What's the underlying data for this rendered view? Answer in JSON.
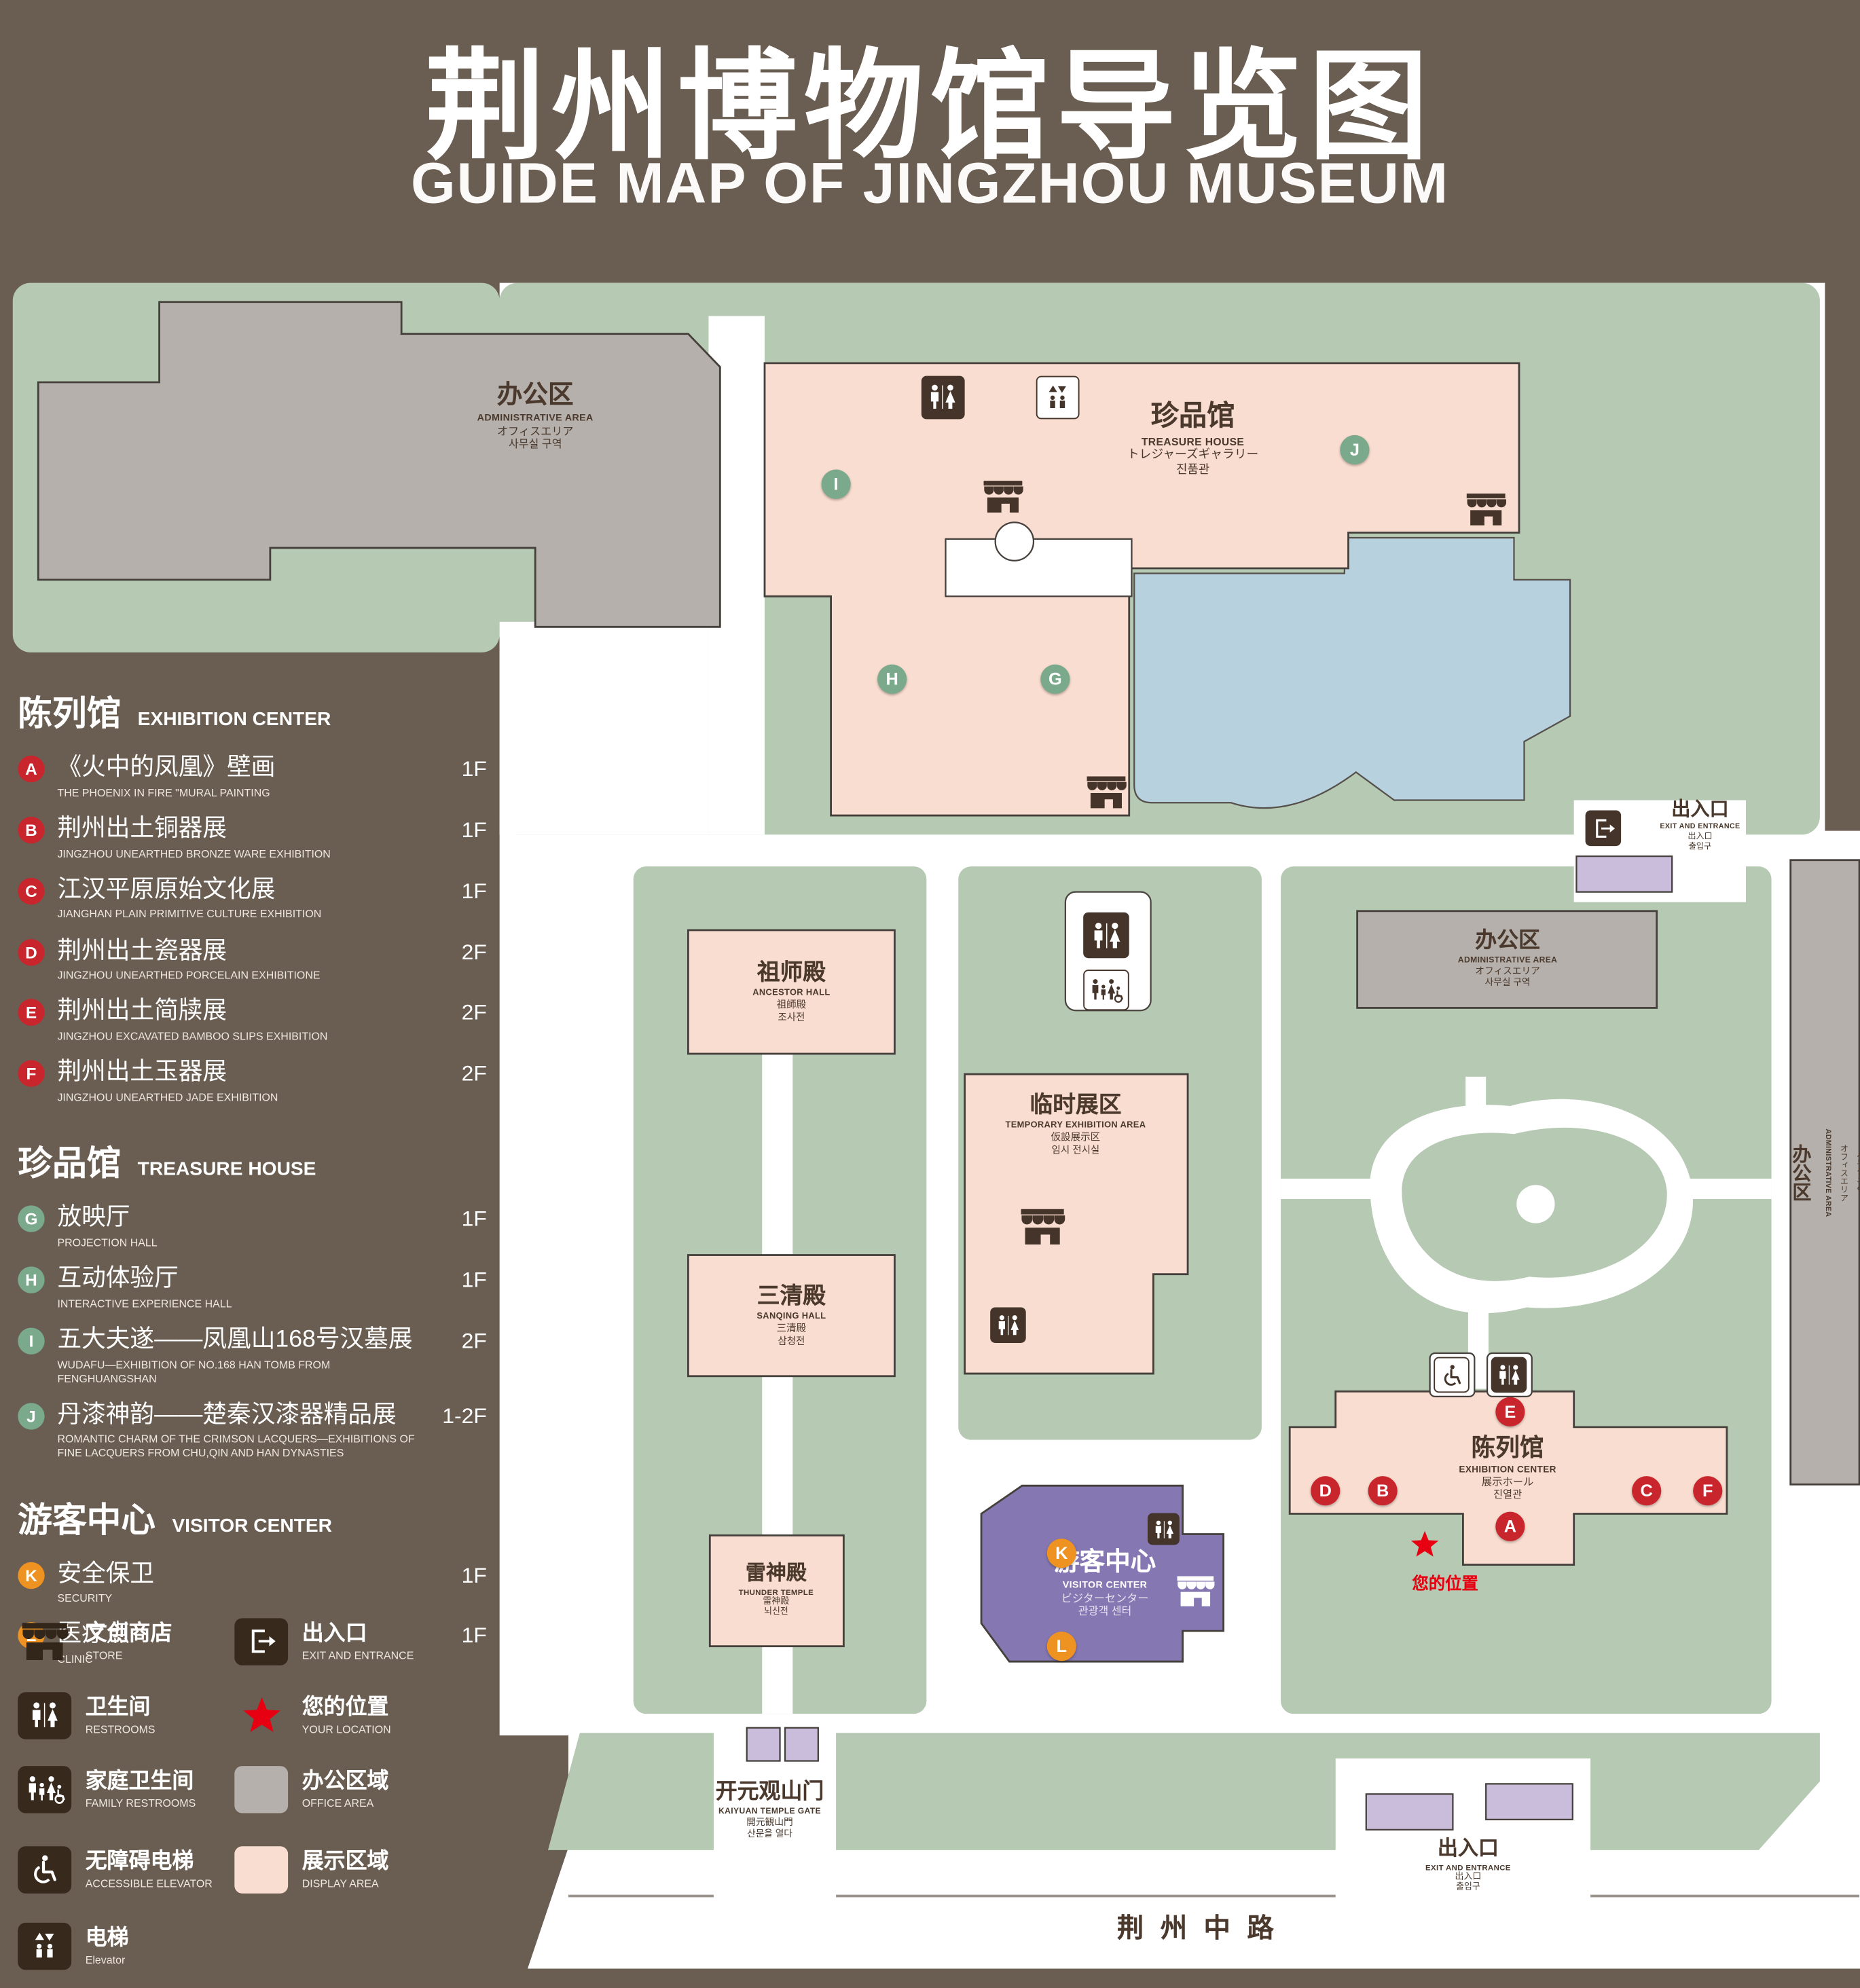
{
  "header": {
    "title_zh": "荆州博物馆导览图",
    "title_en": "GUIDE MAP OF JINGZHOU MUSEUM"
  },
  "colors": {
    "background": "#6a5d51",
    "green_area": "#b6c9b3",
    "display_area": "#f9ddd0",
    "office_area": "#b5b0ac",
    "pond": "#b7d2de",
    "visitor_center": "#8577b2",
    "entrance_block": "#c9bddb",
    "marker_red": "#c9252c",
    "marker_green": "#7aa98b",
    "marker_orange": "#ee9222",
    "location_red": "#e60012",
    "icon_brown": "#44342a"
  },
  "sidebar": {
    "sections": [
      {
        "zh": "陈列馆",
        "en": "EXHIBITION CENTER",
        "items": [
          {
            "letter": "A",
            "zh": "《火中的凤凰》壁画",
            "en": "THE PHOENIX IN FIRE \"MURAL PAINTING",
            "floor": "1F"
          },
          {
            "letter": "B",
            "zh": "荆州出土铜器展",
            "en": "JINGZHOU UNEARTHED BRONZE WARE EXHIBITION",
            "floor": "1F"
          },
          {
            "letter": "C",
            "zh": "江汉平原原始文化展",
            "en": "JIANGHAN PLAIN PRIMITIVE CULTURE EXHIBITION",
            "floor": "1F"
          },
          {
            "letter": "D",
            "zh": "荆州出土瓷器展",
            "en": "JINGZHOU UNEARTHED PORCELAIN EXHIBITIONE",
            "floor": "2F"
          },
          {
            "letter": "E",
            "zh": "荆州出土简牍展",
            "en": "JINGZHOU EXCAVATED BAMBOO SLIPS EXHIBITION",
            "floor": "2F"
          },
          {
            "letter": "F",
            "zh": "荆州出土玉器展",
            "en": "JINGZHOU UNEARTHED JADE EXHIBITION",
            "floor": "2F"
          }
        ]
      },
      {
        "zh": "珍品馆",
        "en": "TREASURE HOUSE",
        "items": [
          {
            "letter": "G",
            "zh": "放映厅",
            "en": "PROJECTION HALL",
            "floor": "1F"
          },
          {
            "letter": "H",
            "zh": "互动体验厅",
            "en": "INTERACTIVE EXPERIENCE HALL",
            "floor": "1F"
          },
          {
            "letter": "I",
            "zh": "五大夫遂——凤凰山168号汉墓展",
            "en": "WUDAFU—EXHIBITION OF NO.168 HAN TOMB FROM FENGHUANGSHAN",
            "floor": "2F"
          },
          {
            "letter": "J",
            "zh": "丹漆神韵——楚秦汉漆器精品展",
            "en": "ROMANTIC CHARM OF THE CRIMSON LACQUERS—EXHIBITIONS OF FINE LACQUERS FROM CHU,QIN AND HAN DYNASTIES",
            "floor": "1-2F"
          }
        ]
      },
      {
        "zh": "游客中心",
        "en": "VISITOR CENTER",
        "items": [
          {
            "letter": "K",
            "zh": "安全保卫",
            "en": "SECURITY",
            "floor": "1F"
          },
          {
            "letter": "L",
            "zh": "医疗点",
            "en": "CLINIC",
            "floor": "1F"
          }
        ]
      }
    ],
    "icon_legend": [
      {
        "icon": "store-icon",
        "zh": "文创商店",
        "en": "STORE"
      },
      {
        "icon": "exit-icon",
        "zh": "出入口",
        "en": "EXIT AND ENTRANCE"
      },
      {
        "icon": "restroom-icon",
        "zh": "卫生间",
        "en": "RESTROOMS"
      },
      {
        "icon": "location-star-icon",
        "zh": "您的位置",
        "en": "YOUR LOCATION"
      },
      {
        "icon": "family-restroom-icon",
        "zh": "家庭卫生间",
        "en": "FAMILY RESTROOMS"
      },
      {
        "icon": "office-area-swatch",
        "zh": "办公区域",
        "en": "OFFICE AREA"
      },
      {
        "icon": "accessible-elevator-icon",
        "zh": "无障碍电梯",
        "en": "ACCESSIBLE ELEVATOR"
      },
      {
        "icon": "display-area-swatch",
        "zh": "展示区域",
        "en": "DISPLAY AREA"
      },
      {
        "icon": "elevator-icon",
        "zh": "电梯",
        "en": "Elevator"
      }
    ]
  },
  "map": {
    "markers": {
      "a": "A",
      "b": "B",
      "c": "C",
      "d": "D",
      "e": "E",
      "f": "F",
      "g": "G",
      "h": "H",
      "i": "I",
      "j": "J",
      "k": "K",
      "l": "L"
    },
    "labels": {
      "admin_left": {
        "zh": "办公区",
        "en": "ADMINISTRATIVE AREA",
        "ja": "オフィスエリア",
        "ko": "사무실 구역"
      },
      "treasure_house": {
        "zh": "珍品馆",
        "en": "TREASURE HOUSE",
        "ja": "トレジャーズギャラリー",
        "ko": "진품관"
      },
      "exit_right": {
        "zh": "出入口",
        "en": "EXIT AND ENTRANCE",
        "ja": "出入口",
        "ko": "출입구"
      },
      "admin_right": {
        "zh": "办公区",
        "en": "ADMINISTRATIVE AREA",
        "ja": "オフィスエリア",
        "ko": "사무실 구역"
      },
      "ancestor_hall": {
        "zh": "祖师殿",
        "en": "ANCESTOR HALL",
        "ja": "祖師殿",
        "ko": "조사전"
      },
      "temporary_area": {
        "zh": "临时展区",
        "en": "TEMPORARY EXHIBITION AREA",
        "ja": "仮設展示区",
        "ko": "임시 전시실"
      },
      "sanqing_hall": {
        "zh": "三清殿",
        "en": "SANQING HALL",
        "ja": "三清殿",
        "ko": "삼청전"
      },
      "thunder_temple": {
        "zh": "雷神殿",
        "en": "THUNDER TEMPLE",
        "ja": "雷神殿",
        "ko": "뇌신전"
      },
      "visitor_center": {
        "zh": "游客中心",
        "en": "VISITOR CENTER",
        "ja": "ビジターセンター",
        "ko": "관광객 센터"
      },
      "exhibition_center": {
        "zh": "陈列馆",
        "en": "EXHIBITION CENTER",
        "ja": "展示ホール",
        "ko": "진열관"
      },
      "your_location": {
        "zh": "您的位置"
      },
      "kaiyuan_gate": {
        "zh": "开元观山门",
        "en": "KAIYUAN TEMPLE GATE",
        "ja": "開元観山門",
        "ko": "산문을 열다"
      },
      "exit_bottom": {
        "zh": "出入口",
        "en": "EXIT AND ENTRANCE",
        "ja": "出入口",
        "ko": "출입구"
      },
      "road": {
        "zh": "荆州中路"
      },
      "admin_strip": {
        "zh": "办公区",
        "en": "ADMINISTRATIVE AREA",
        "ja": "オフィスエリア",
        "ko": "사무실 구역"
      }
    }
  }
}
